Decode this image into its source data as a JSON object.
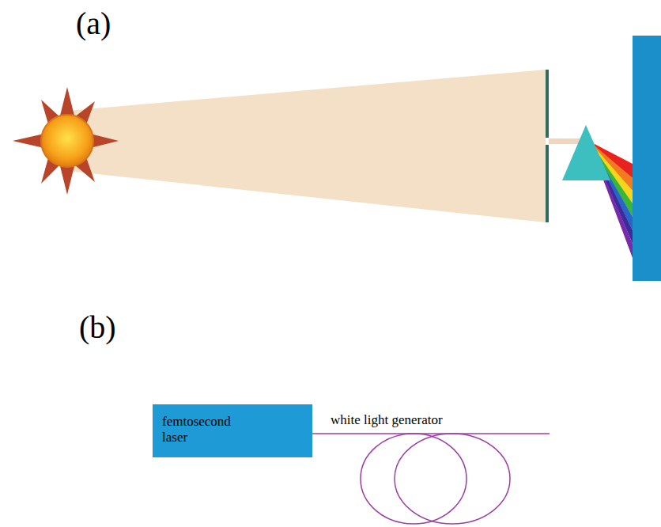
{
  "diagram": {
    "nodes": [
      {
        "text": [
          "femtosecond laser"
        ]
      }
    ],
    "labels": [
      "(a)",
      "(b)",
      "white light generator"
    ]
  }
}
